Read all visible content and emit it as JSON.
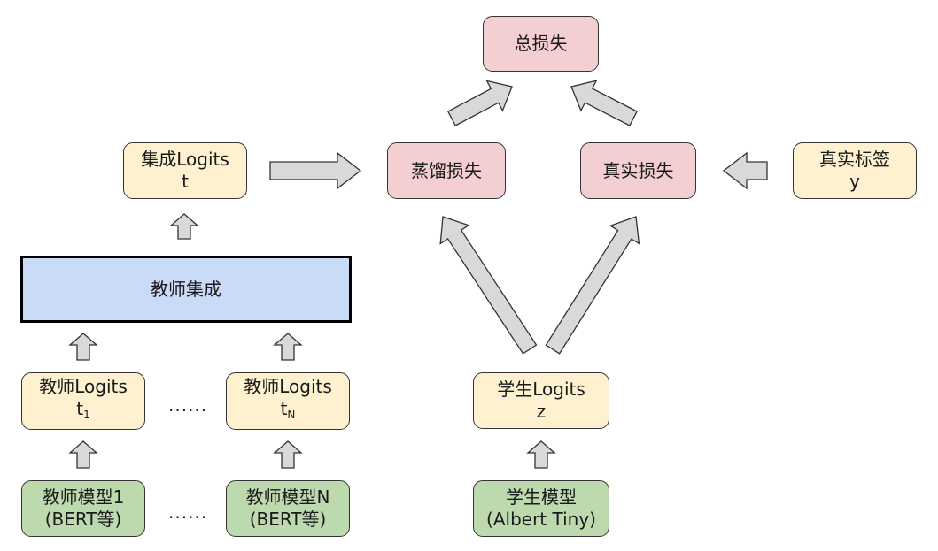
{
  "nodes": {
    "total_loss": {
      "line1": "总损失"
    },
    "distill_loss": {
      "line1": "蒸馏损失"
    },
    "true_loss": {
      "line1": "真实损失"
    },
    "true_label": {
      "line1": "真实标签",
      "line2": "y"
    },
    "ensemble_logits": {
      "line1": "集成Logits",
      "line2": "t"
    },
    "teacher_ensemble": {
      "line1": "教师集成"
    },
    "teacher_logits_1": {
      "line1": "教师Logits",
      "line2_base": "t",
      "line2_sub": "1"
    },
    "teacher_logits_n": {
      "line1": "教师Logits",
      "line2_base": "t",
      "line2_sub": "N"
    },
    "teacher_model_1": {
      "line1": "教师模型1",
      "line2": "(BERT等)"
    },
    "teacher_model_n": {
      "line1": "教师模型N",
      "line2": "(BERT等)"
    },
    "student_logits": {
      "line1": "学生Logits",
      "line2": "z"
    },
    "student_model": {
      "line1": "学生模型",
      "line2": "(Albert Tiny)"
    }
  },
  "ellipsis": {
    "logits": "......",
    "models": "......"
  },
  "colors": {
    "yellow_fill": "#fdf1cf",
    "pink_fill": "#f4cfd1",
    "green_fill": "#bdd9ae",
    "blue_fill": "#c9dbf6",
    "arrow_fill": "#d9d9d9"
  },
  "edges": [
    {
      "from": "distill_loss",
      "to": "total_loss"
    },
    {
      "from": "true_loss",
      "to": "total_loss"
    },
    {
      "from": "ensemble_logits",
      "to": "distill_loss"
    },
    {
      "from": "true_label",
      "to": "true_loss"
    },
    {
      "from": "teacher_ensemble",
      "to": "ensemble_logits"
    },
    {
      "from": "teacher_logits_1",
      "to": "teacher_ensemble"
    },
    {
      "from": "teacher_logits_n",
      "to": "teacher_ensemble"
    },
    {
      "from": "teacher_model_1",
      "to": "teacher_logits_1"
    },
    {
      "from": "teacher_model_n",
      "to": "teacher_logits_n"
    },
    {
      "from": "student_model",
      "to": "student_logits"
    },
    {
      "from": "student_logits",
      "to": "distill_loss"
    },
    {
      "from": "student_logits",
      "to": "true_loss"
    }
  ]
}
